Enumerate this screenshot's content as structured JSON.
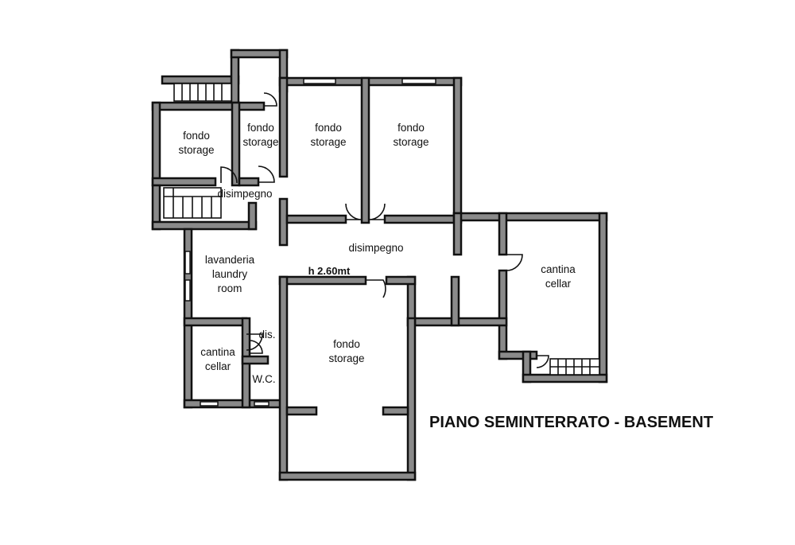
{
  "plan": {
    "title": "PIANO SEMINTERRATO - BASEMENT",
    "height_note": "h 2.60mt",
    "rooms": [
      {
        "id": "storage-nw",
        "lines": [
          "fondo",
          "storage"
        ]
      },
      {
        "id": "storage-small",
        "lines": [
          "fondo",
          "storage"
        ]
      },
      {
        "id": "storage-center",
        "lines": [
          "fondo",
          "storage"
        ]
      },
      {
        "id": "storage-ne",
        "lines": [
          "fondo",
          "storage"
        ]
      },
      {
        "id": "hall-west",
        "lines": [
          "disimpegno"
        ]
      },
      {
        "id": "hall-main",
        "lines": [
          "disimpegno"
        ]
      },
      {
        "id": "laundry",
        "lines": [
          "lavanderia",
          "laundry",
          "room"
        ]
      },
      {
        "id": "cellar-east",
        "lines": [
          "cantina",
          "cellar"
        ]
      },
      {
        "id": "dis-small",
        "lines": [
          "dis."
        ]
      },
      {
        "id": "cellar-sw",
        "lines": [
          "cantina",
          "cellar"
        ]
      },
      {
        "id": "wc",
        "lines": [
          "W.C."
        ]
      },
      {
        "id": "storage-south",
        "lines": [
          "fondo",
          "storage"
        ]
      }
    ]
  }
}
